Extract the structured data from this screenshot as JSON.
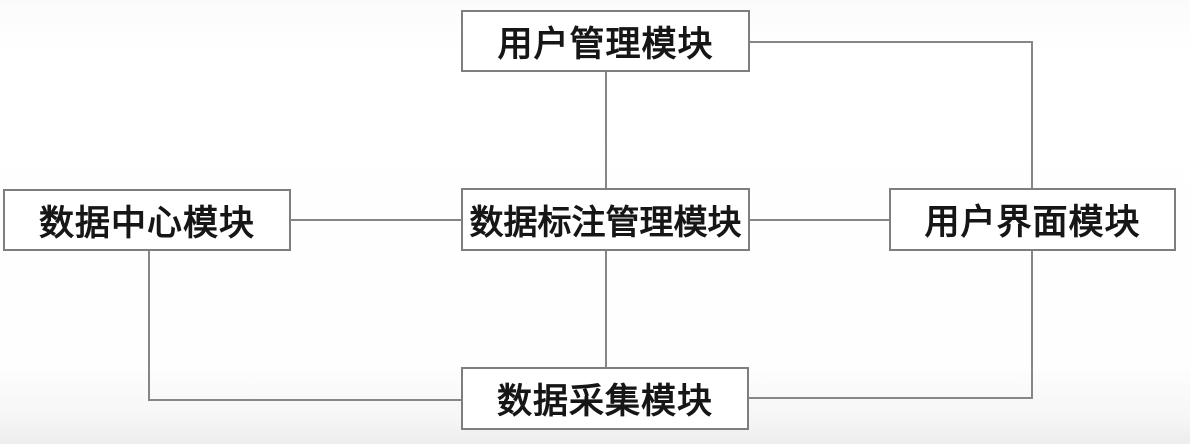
{
  "diagram": {
    "type": "block-diagram",
    "nodes": {
      "user_management": {
        "label": "用户管理模块"
      },
      "data_center": {
        "label": "数据中心模块"
      },
      "annotation_management": {
        "label": "数据标注管理模块"
      },
      "user_interface": {
        "label": "用户界面模块"
      },
      "data_collection": {
        "label": "数据采集模块"
      }
    },
    "edges": [
      {
        "from": "用户管理模块",
        "to": "数据标注管理模块",
        "style": "orthogonal-line"
      },
      {
        "from": "用户管理模块",
        "to": "用户界面模块",
        "style": "orthogonal-line"
      },
      {
        "from": "数据中心模块",
        "to": "数据标注管理模块",
        "style": "orthogonal-line"
      },
      {
        "from": "数据标注管理模块",
        "to": "用户界面模块",
        "style": "orthogonal-line"
      },
      {
        "from": "数据标注管理模块",
        "to": "数据采集模块",
        "style": "orthogonal-line"
      },
      {
        "from": "数据中心模块",
        "to": "数据采集模块",
        "style": "orthogonal-line"
      },
      {
        "from": "用户界面模块",
        "to": "数据采集模块",
        "style": "orthogonal-line"
      }
    ],
    "colors": {
      "box_border": "#7e7e7e",
      "connector_line": "#868686",
      "text": "#161616",
      "background": "#ffffff"
    }
  }
}
